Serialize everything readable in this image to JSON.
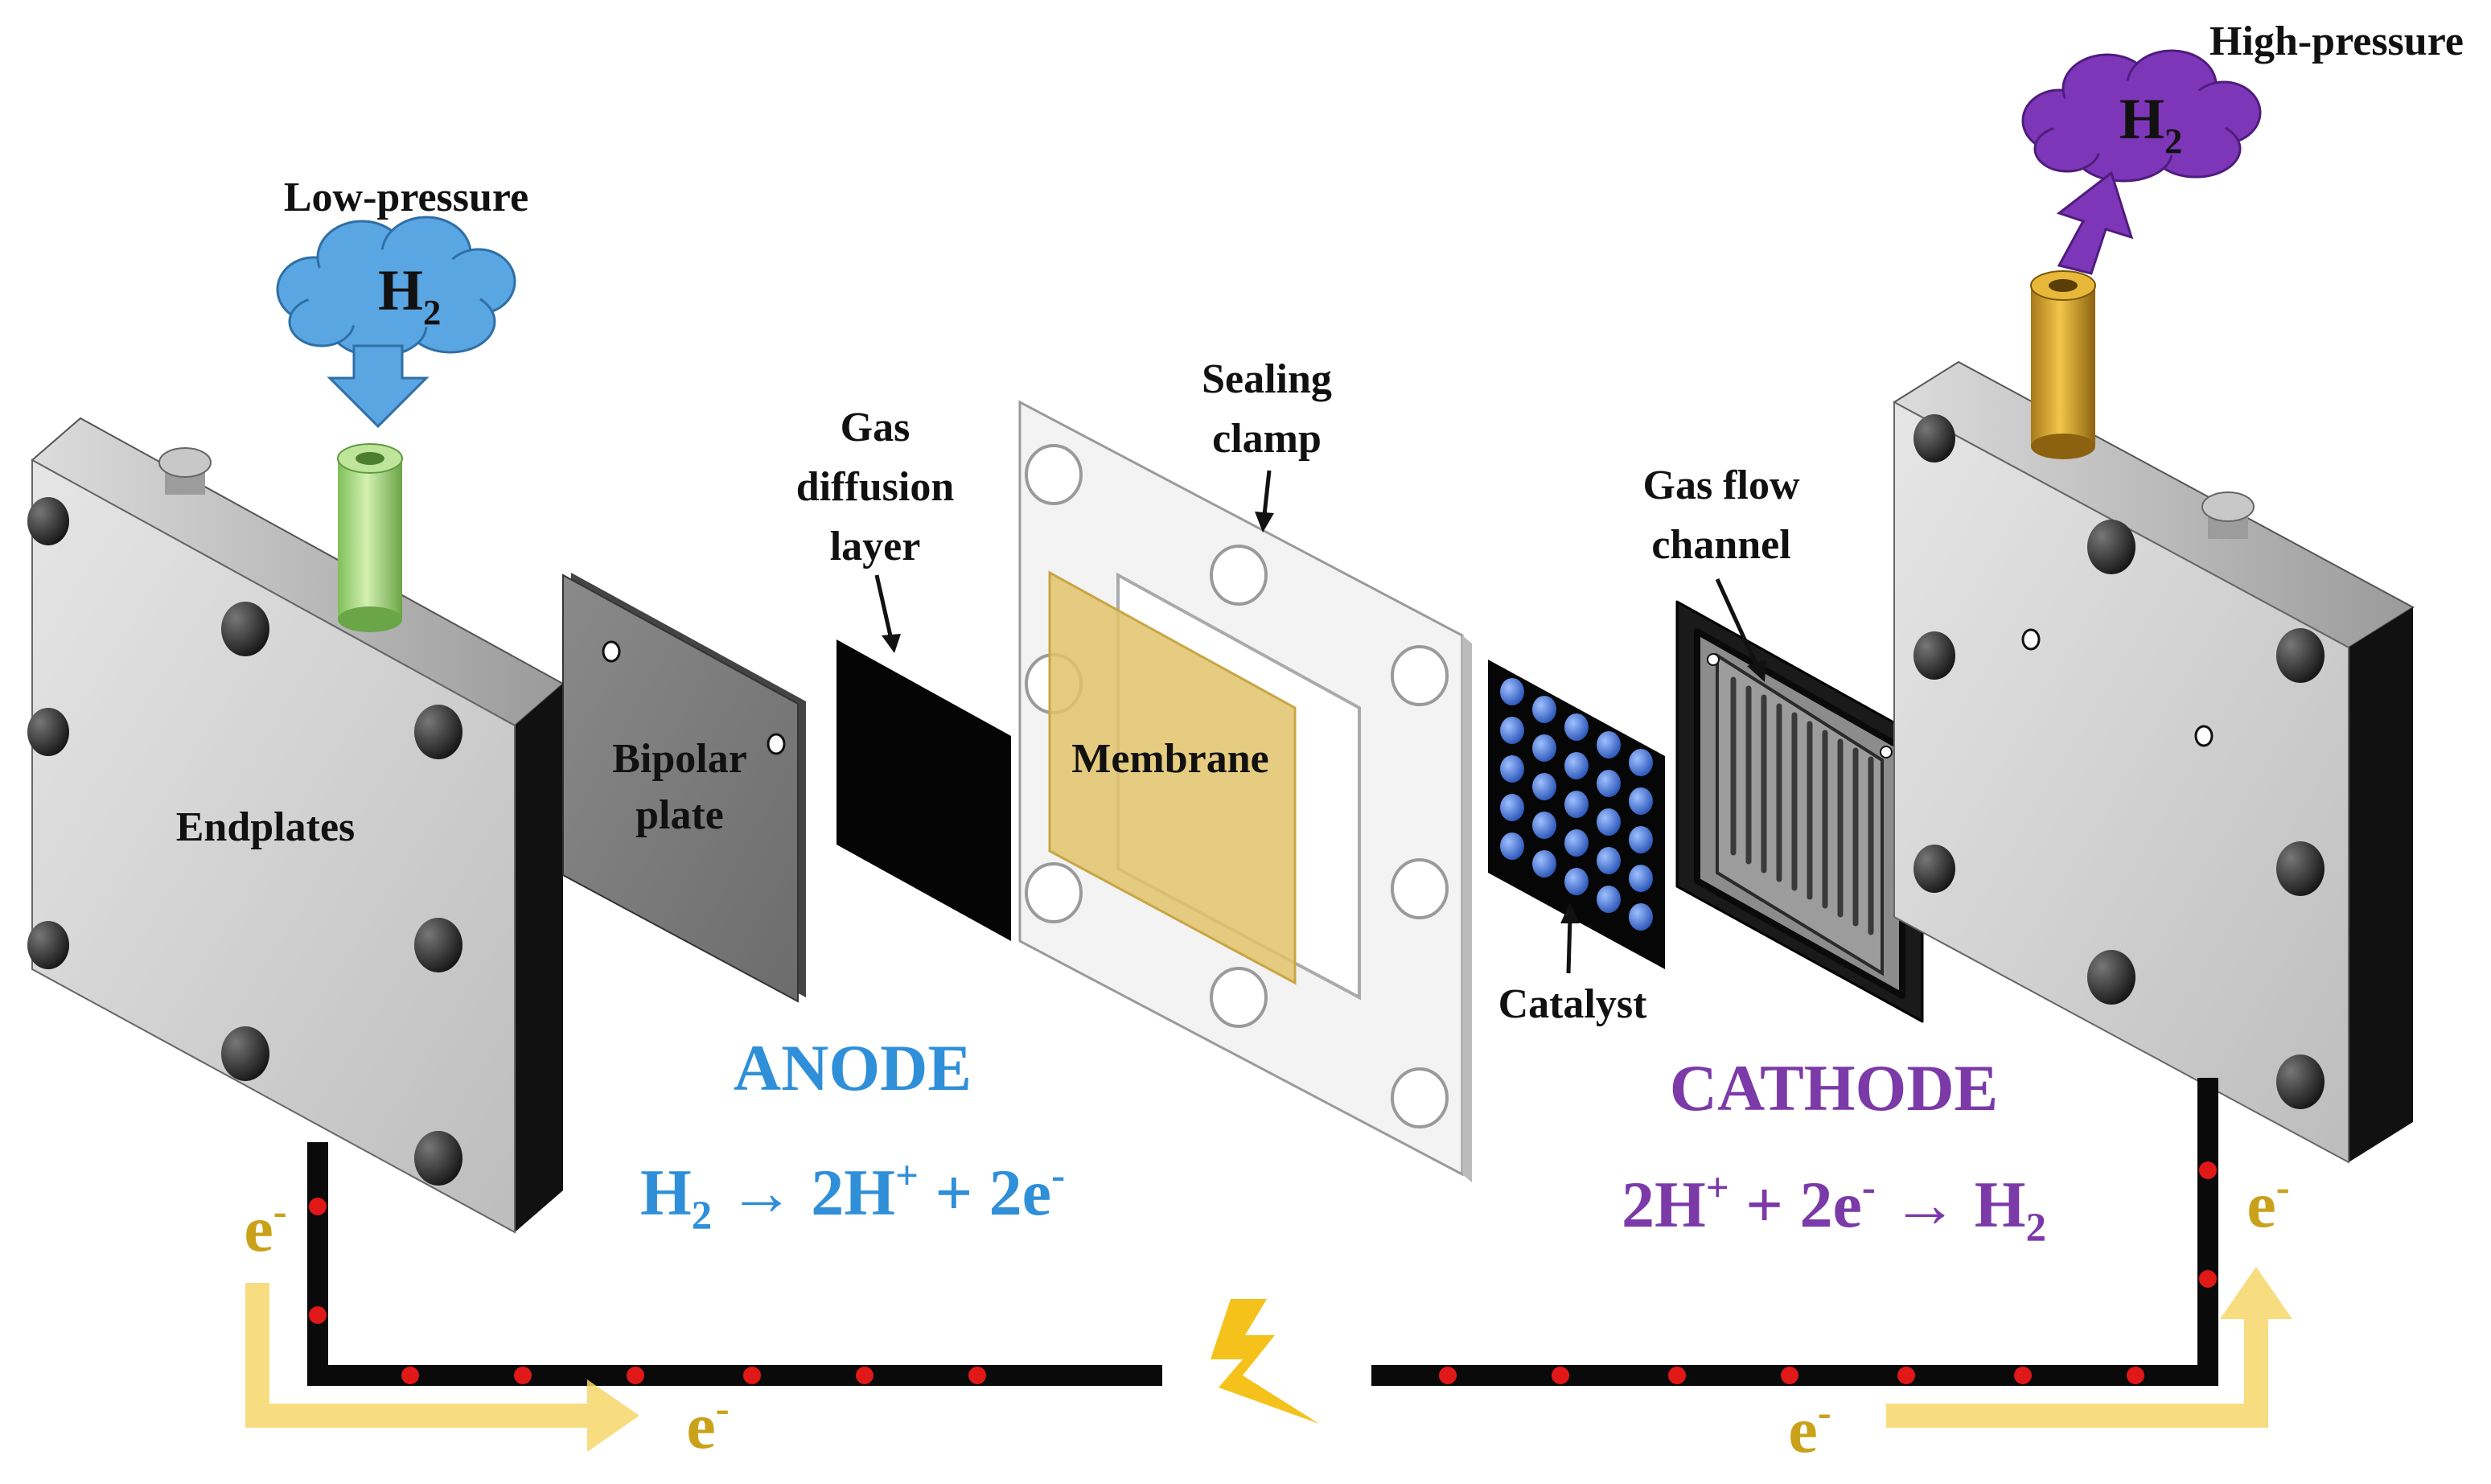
{
  "labels": {
    "low_pressure": "Low-pressure",
    "high_pressure": "High-pressure",
    "endplates": "Endplates",
    "bipolar_line1": "Bipolar",
    "bipolar_line2": "plate",
    "gdl_line1": "Gas",
    "gdl_line2": "diffusion",
    "gdl_line3": "layer",
    "sealing_line1": "Sealing",
    "sealing_line2": "clamp",
    "membrane": "Membrane",
    "catalyst": "Catalyst",
    "gasflow_line1": "Gas flow",
    "gasflow_line2": "channel"
  },
  "h2_symbol": {
    "base": "H",
    "sub": "2"
  },
  "anode": {
    "title": "ANODE",
    "eq_h": "H",
    "eq_h_sub": "2",
    "eq_arrow": " → 2H",
    "eq_plus_sup": "+",
    "eq_mid": " + 2e",
    "eq_minus_sup": "-"
  },
  "cathode": {
    "title": "CATHODE",
    "eq_start": "2H",
    "eq_plus_sup": "+",
    "eq_mid": " + 2e",
    "eq_minus_sup": "-",
    "eq_arrow": " → H",
    "eq_h_sub": "2"
  },
  "electron": {
    "base": "e",
    "sup": "-"
  },
  "colors": {
    "anode": "#2f8fd8",
    "cathode": "#7b3aa8",
    "electron_text": "#c9a21a",
    "electron_arrow": "#f6d66a",
    "h2_low_cloud": "#5aa6e3",
    "h2_high_cloud": "#7d36b8",
    "membrane": "#e2c36a",
    "catalyst_dot": "#3d6fd0",
    "wire": "#0a0a0a",
    "wire_dot": "#e01818",
    "lightning": "#f4c21a"
  }
}
